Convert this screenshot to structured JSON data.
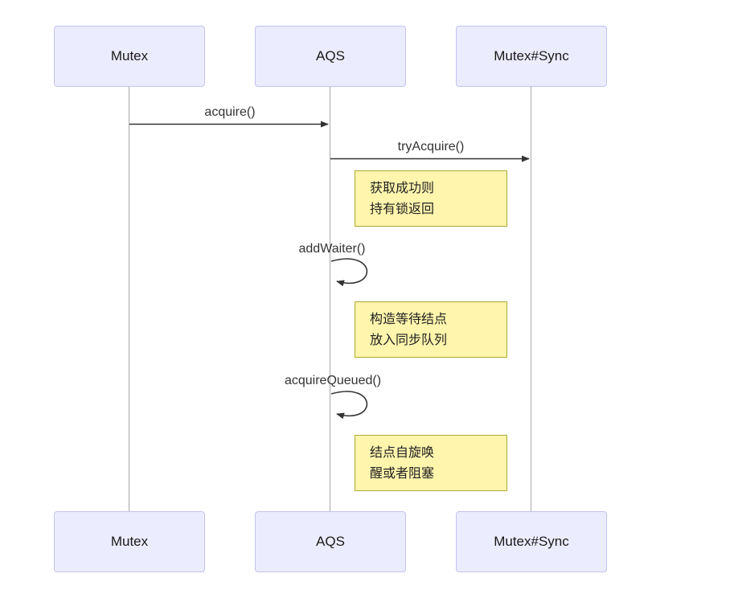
{
  "diagram": {
    "type": "uml-sequence-diagram",
    "participants": [
      "Mutex",
      "AQS",
      "Mutex#Sync"
    ],
    "messages": [
      {
        "label": "acquire()",
        "from": "Mutex",
        "to": "AQS",
        "style": "solid-arrow"
      },
      {
        "label": "tryAcquire()",
        "from": "AQS",
        "to": "Mutex#Sync",
        "style": "solid-arrow"
      },
      {
        "label": "addWaiter()",
        "from": "AQS",
        "to": "AQS",
        "style": "self-loop"
      },
      {
        "label": "acquireQueued()",
        "from": "AQS",
        "to": "AQS",
        "style": "self-loop"
      }
    ],
    "notes": [
      {
        "position": "right of AQS",
        "lines": [
          "获取成功则",
          "持有锁返回"
        ]
      },
      {
        "position": "right of AQS",
        "lines": [
          "构造等待结点",
          "放入同步队列"
        ]
      },
      {
        "position": "right of AQS",
        "lines": [
          "结点自旋唤",
          "醒或者阻塞"
        ]
      }
    ],
    "colors": {
      "actor_fill": "#ECECFF",
      "actor_border": "#C3C3F0",
      "note_fill": "#FFF5AD",
      "note_border": "#AAAA33",
      "lifeline": "#A8A8A8",
      "arrow": "#333333",
      "background": "#FFFFFF"
    }
  }
}
